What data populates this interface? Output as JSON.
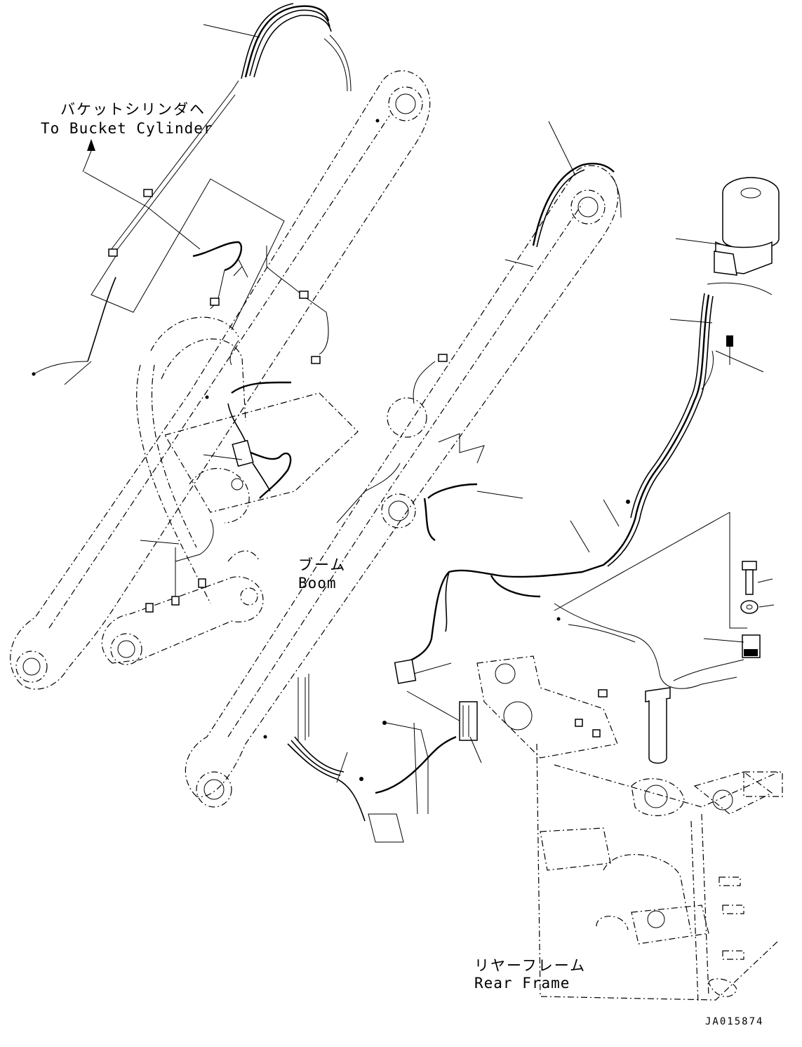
{
  "labels": {
    "bucket_cylinder_jp": "バケットシリンダヘ",
    "bucket_cylinder_en": "To Bucket Cylinder",
    "boom_jp": "ブーム",
    "boom_en": "Boom",
    "rear_frame_jp": "リヤーフレーム",
    "rear_frame_en": "Rear Frame",
    "drawing_id": "JA015874"
  }
}
